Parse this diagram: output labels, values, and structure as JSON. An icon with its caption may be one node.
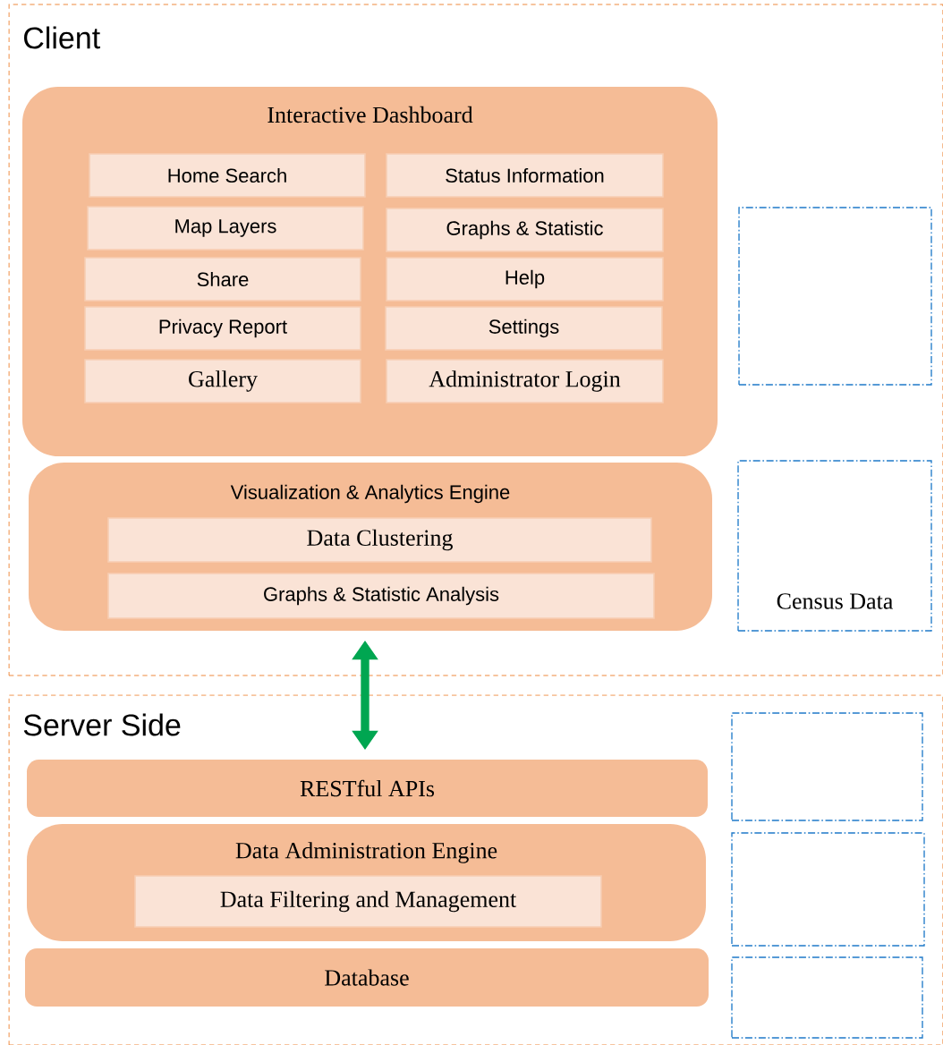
{
  "diagram": {
    "nodes": [
      {
        "text": [
          "Client"
        ]
      },
      {
        "text": [
          "Interactive Dashboard"
        ],
        "in": 0
      },
      {
        "text": [
          "Home Search"
        ],
        "in": 1
      },
      {
        "text": [
          "Status Information"
        ],
        "in": 1
      },
      {
        "text": [
          "Map Layers"
        ],
        "in": 1
      },
      {
        "text": [
          "Graphs & Statistic"
        ],
        "in": 1
      },
      {
        "text": [
          "Share"
        ],
        "in": 1
      },
      {
        "text": [
          "Help"
        ],
        "in": 1
      },
      {
        "text": [
          "Privacy Report"
        ],
        "in": 1
      },
      {
        "text": [
          "Settings"
        ],
        "in": 1
      },
      {
        "text": [
          "Gallery"
        ],
        "in": 1
      },
      {
        "text": [
          "Administrator Login"
        ],
        "in": 1
      },
      {
        "text": [
          "Visualization & Analytics Engine"
        ],
        "in": 0
      },
      {
        "text": [
          "Data Clustering"
        ],
        "in": 12
      },
      {
        "text": [
          "Graphs & Statistic Analysis"
        ],
        "in": 12
      },
      {
        "text": [],
        "shape": "box",
        "in": 0
      },
      {
        "text": [
          "Census Data"
        ],
        "in": 0
      },
      {
        "text": [
          "Server Side"
        ]
      },
      {
        "text": [
          "RESTful APIs"
        ],
        "in": 17
      },
      {
        "text": [
          "Data Administration Engine"
        ],
        "in": 17
      },
      {
        "text": [
          "Data Filtering and Management"
        ],
        "in": 19
      },
      {
        "text": [
          "Database"
        ],
        "in": 17
      },
      {
        "text": [],
        "shape": "box",
        "in": 17
      },
      {
        "text": [],
        "shape": "box",
        "in": 17
      },
      {
        "text": [],
        "shape": "box",
        "in": 17
      }
    ],
    "edges": [
      {
        "from": 12,
        "to": 18,
        "arrow": "both",
        "color": "#00a651"
      }
    ]
  }
}
